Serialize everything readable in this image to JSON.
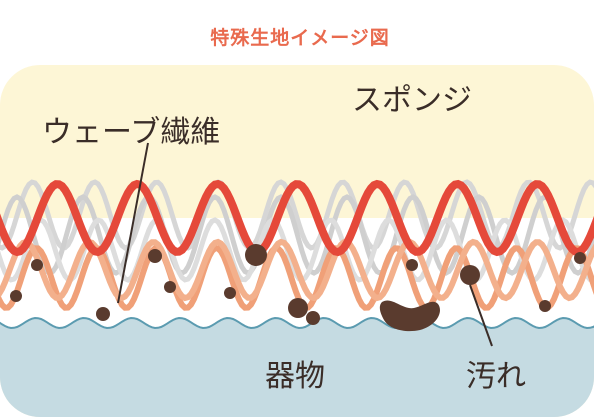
{
  "diagram": {
    "title": "特殊生地イメージ図",
    "labels": {
      "sponge": "スポンジ",
      "wave_fiber": "ウェーブ繊維",
      "dishware": "器物",
      "dirt": "汚れ"
    },
    "colors": {
      "sponge_fill": "#fdf6d6",
      "dishware_fill": "#c5dbe2",
      "dishware_edge": "#5b9bb0",
      "fiber_red": "#e5493a",
      "fiber_orange": "#f0a078",
      "fiber_gray": "#d2d2d2",
      "dirt": "#5a3b2e",
      "title": "#e96a4e",
      "text": "#3a2d28"
    }
  }
}
